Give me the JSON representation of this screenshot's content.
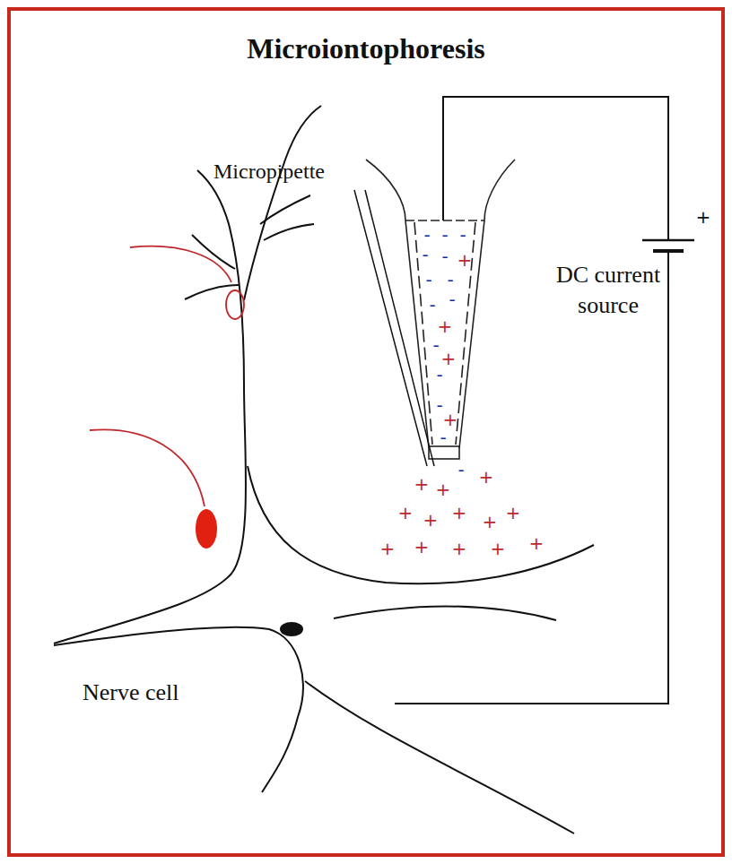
{
  "diagram": {
    "title": "Microiontophoresis",
    "labels": [
      "Micropipette",
      "DC current source",
      "Nerve cell",
      "+",
      "-",
      "-",
      "-",
      "-",
      "-",
      "-",
      "-",
      "-",
      "-",
      "-",
      "-",
      "-",
      "-",
      "+",
      "+",
      "+",
      "+",
      "+",
      "+",
      "-",
      "+",
      "+",
      "+",
      "+",
      "+",
      "+",
      "+",
      "+",
      "+",
      "+",
      "+"
    ]
  }
}
